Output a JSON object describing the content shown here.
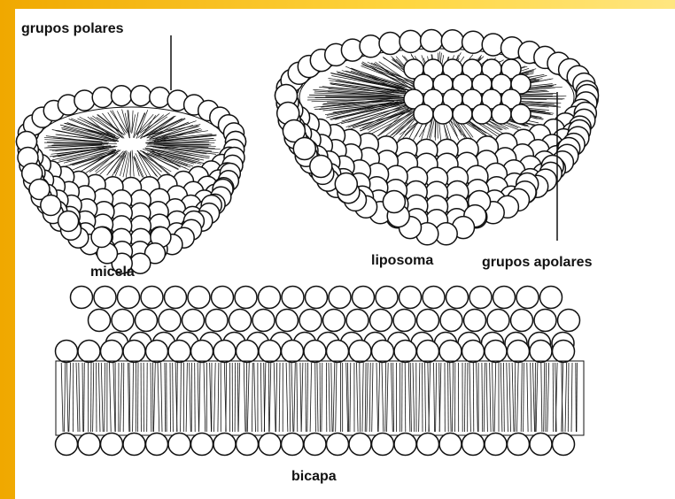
{
  "labels": {
    "polar_groups": "grupos polares",
    "micelle": "micela",
    "liposome": "liposoma",
    "apolar_groups": "grupos apolares",
    "bilayer": "bicapa"
  },
  "colors": {
    "frame": "#f5b400",
    "background": "#ffffff",
    "ink": "#111111"
  }
}
